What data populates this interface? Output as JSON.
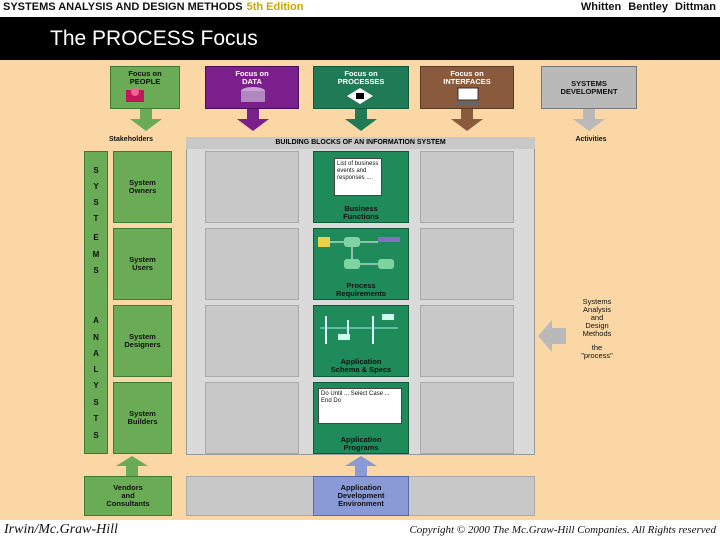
{
  "header": {
    "course": "SYSTEMS ANALYSIS AND DESIGN METHODS",
    "edition": "5th Edition",
    "authors": "Whitten Bentley Dittman"
  },
  "slide": {
    "title": "The PROCESS Focus"
  },
  "focus_boxes": [
    {
      "line1": "Focus on",
      "line2": "PEOPLE",
      "color": "#6aab56"
    },
    {
      "line1": "Focus on",
      "line2": "DATA",
      "color": "#7a1f8c"
    },
    {
      "line1": "Focus on",
      "line2": "PROCESSES",
      "color": "#1f7a55"
    },
    {
      "line1": "Focus on",
      "line2": "INTERFACES",
      "color": "#8a5a3c"
    },
    {
      "line1": "SYSTEMS",
      "line2": "DEVELOPMENT",
      "color": "#b9b9b9"
    }
  ],
  "diagram": {
    "stakeholders_label": "Stakeholders",
    "blocks_label": "BUILDING BLOCKS OF AN INFORMATION SYSTEM",
    "activities_label": "Activities",
    "side_letters": [
      "S",
      "Y",
      "S",
      "T",
      "E",
      "M",
      "S",
      "A",
      "N",
      "A",
      "L",
      "Y",
      "S",
      "T",
      "S"
    ],
    "stakeholders": [
      {
        "line1": "System",
        "line2": "Owners"
      },
      {
        "line1": "System",
        "line2": "Users"
      },
      {
        "line1": "System",
        "line2": "Designers"
      },
      {
        "line1": "System",
        "line2": "Builders"
      }
    ],
    "vendors": {
      "line1": "Vendors",
      "line2": "and",
      "line3": "Consultants"
    },
    "process_cells": [
      {
        "line1": "Business",
        "line2": "Functions"
      },
      {
        "line1": "Process",
        "line2": "Requirements"
      },
      {
        "line1": "Application",
        "line2": "Schema & Specs"
      },
      {
        "line1": "Application",
        "line2": "Programs"
      }
    ],
    "note_text": "List of business events and responses ...",
    "program_text": "Do Until ... Select Case ... End Do",
    "environment": {
      "line1": "Application",
      "line2": "Development",
      "line3": "Environment"
    },
    "methods": {
      "line1": "Systems",
      "line2": "Analysis",
      "line3": "and",
      "line4": "Design",
      "line5": "Methods",
      "line6": "the",
      "line7": "\"process\""
    }
  },
  "footer": {
    "publisher": "Irwin/Mc.Graw-Hill",
    "copyright": "Copyright © 2000 The Mc.Graw-Hill Companies. All Rights reserved"
  }
}
